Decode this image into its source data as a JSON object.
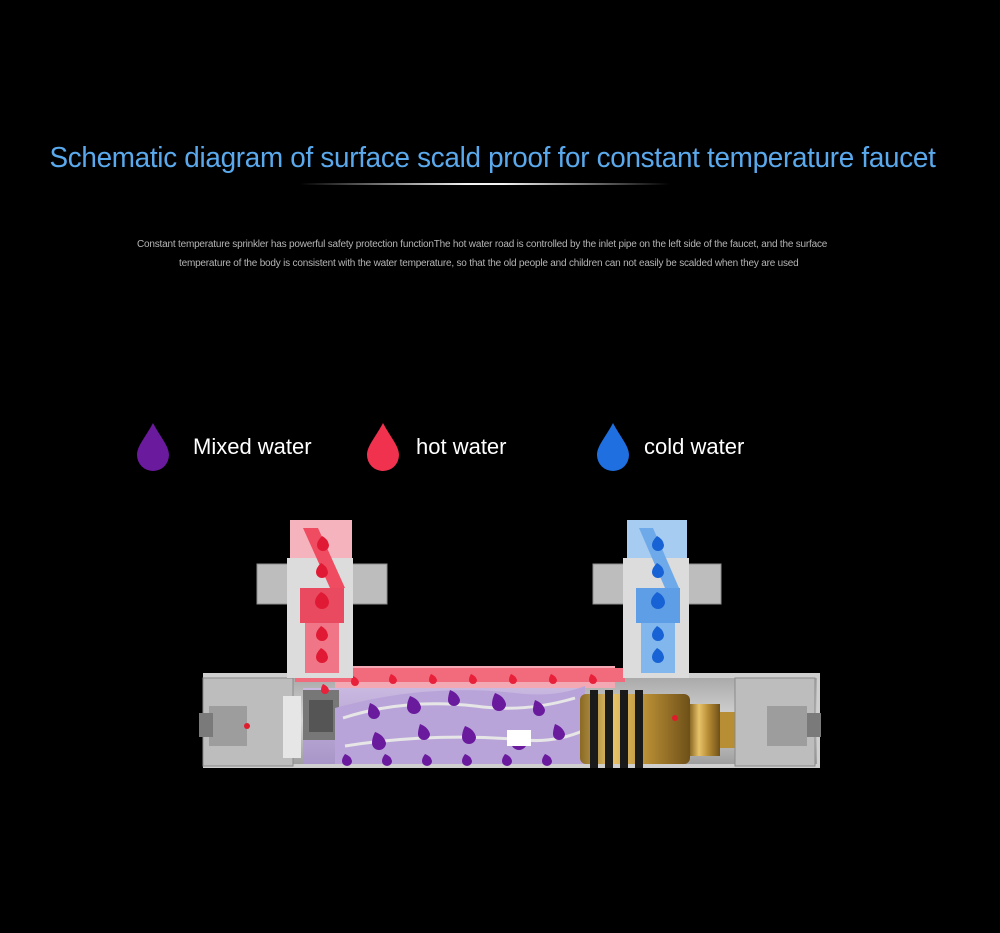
{
  "title": "Schematic diagram of surface scald proof for constant temperature faucet",
  "description": {
    "line1": "Constant temperature sprinkler has powerful safety protection functionThe hot water road is controlled by the inlet pipe on the left side of the faucet, and the surface",
    "line2": "temperature of the body is consistent with the water temperature, so that the old people and children  can not easily be scalded when they are used"
  },
  "legend": [
    {
      "label": "Mixed water",
      "color": "#6a1a9c",
      "icon": "water-drop-icon"
    },
    {
      "label": "hot water",
      "color": "#f0324f",
      "icon": "water-drop-icon"
    },
    {
      "label": "cold water",
      "color": "#1f6fe0",
      "icon": "water-drop-icon"
    }
  ],
  "colors": {
    "title": "#5aa9ec",
    "background": "#000000",
    "mixed": "#6a1a9c",
    "hot": "#f0324f",
    "cold": "#1f6fe0",
    "cartridge": "#c9a24a"
  }
}
